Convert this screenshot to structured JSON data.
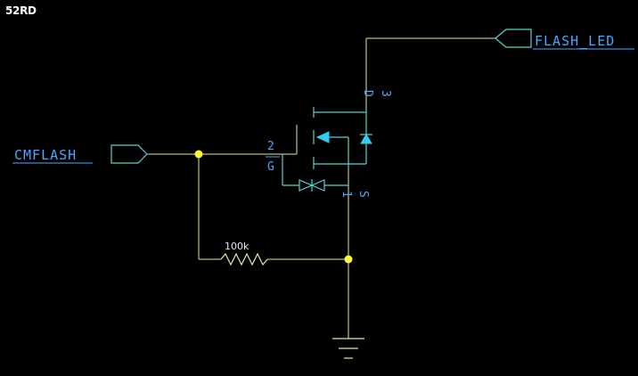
{
  "page_label": "52RD",
  "nets": {
    "input": "CMFLASH",
    "output": "FLASH_LED"
  },
  "mosfet": {
    "gate_pin_number": "2",
    "gate_pin_name": "G",
    "drain_pin_number": "3",
    "drain_pin_name": "D",
    "source_pin_number": "1",
    "source_pin_name": "S"
  },
  "resistor": {
    "value": "100k"
  },
  "colors": {
    "wire": "#e6e6a0",
    "symbol": "#5fd0c8",
    "text": "#4da6ff",
    "junction": "#ffff33",
    "diode_fill": "#33ccee",
    "background": "#000000"
  }
}
